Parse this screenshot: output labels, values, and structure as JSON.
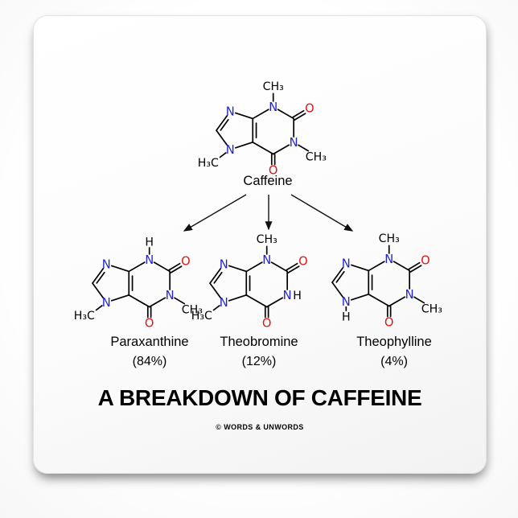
{
  "window": {
    "background": "#ffffff"
  },
  "magnet": {
    "shape": "rounded-square-tile",
    "surface": "#fcfcfc"
  },
  "diagram": {
    "parent_label": "Caffeine",
    "metabolites": [
      {
        "name": "Paraxanthine",
        "percent": "(84%)"
      },
      {
        "name": "Theobromine",
        "percent": "(12%)"
      },
      {
        "name": "Theophylline",
        "percent": "(4%)"
      }
    ],
    "title": "A BREAKDOWN OF CAFFEINE",
    "copyright": "© WORDS & UNWORDS",
    "colors": {
      "nitrogen": "#2323cd",
      "oxygen": "#e01212",
      "bond": "#000000",
      "arrow": "#111111",
      "text": "#000000"
    },
    "atoms": {
      "nitrogen": "N",
      "oxygen": "O",
      "hydrogen": "H"
    },
    "molecules": [
      {
        "id": "caffeine",
        "top_sub": "CH₃",
        "right_sub": "CH₃",
        "right_mode": "bond",
        "five_sub": "H₃C",
        "five_mode": "bond"
      },
      {
        "id": "paraxanthine",
        "top_sub": "H",
        "right_sub": "CH₃",
        "right_mode": "bond",
        "five_sub": "H₃C",
        "five_mode": "bond"
      },
      {
        "id": "theobromine",
        "top_sub": "CH₃",
        "right_sub": "H",
        "right_mode": "adjacent",
        "five_sub": "H₃C",
        "five_mode": "bond"
      },
      {
        "id": "theophylline",
        "top_sub": "CH₃",
        "right_sub": "CH₃",
        "right_mode": "bond",
        "five_sub": "H",
        "five_mode": "below"
      }
    ]
  }
}
